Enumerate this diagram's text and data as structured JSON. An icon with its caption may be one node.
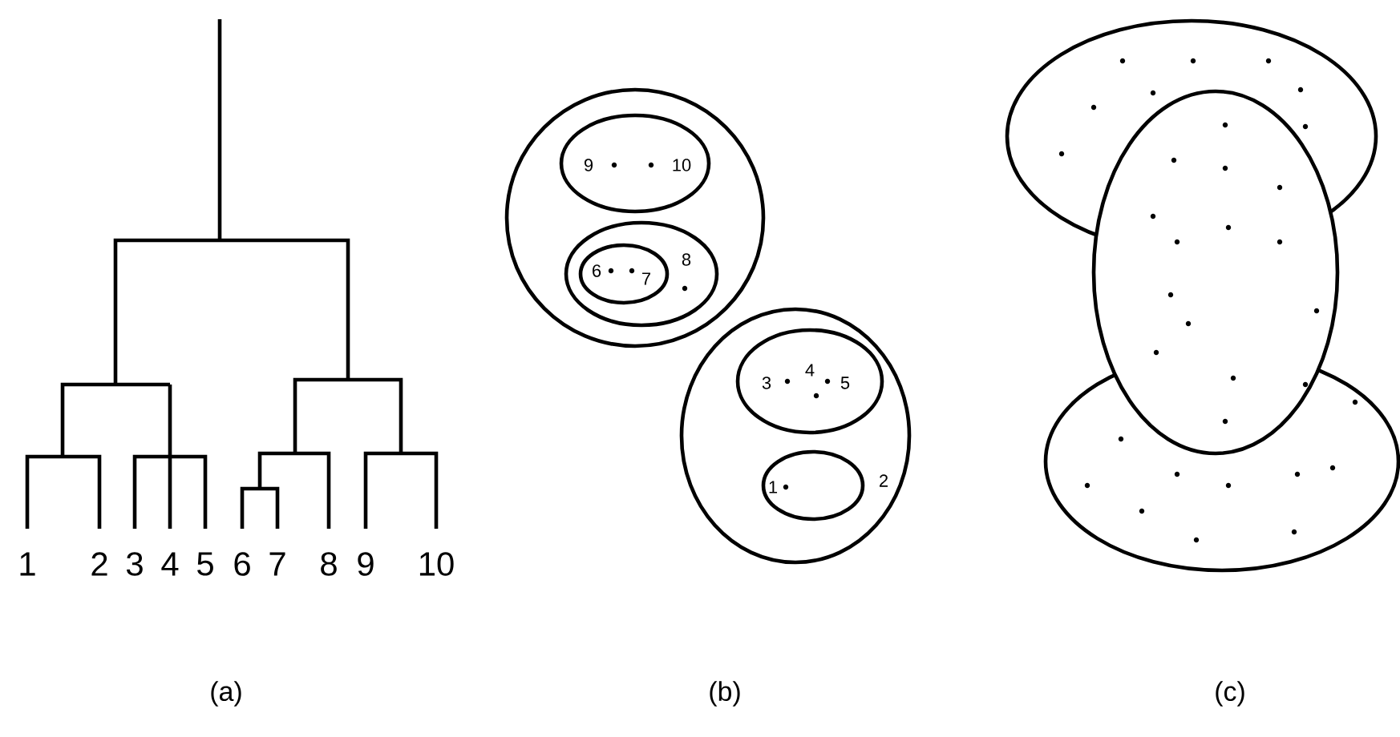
{
  "diagram": {
    "nodes": [
      {
        "text": [],
        "shape": "circle"
      },
      {
        "text": [
          "9",
          "10"
        ],
        "in": 0
      },
      {
        "text": [
          "8"
        ],
        "in": 0
      },
      {
        "text": [
          "6",
          "7"
        ],
        "in": 2
      },
      {
        "text": [
          "2"
        ]
      },
      {
        "text": [
          "3",
          "4",
          "5"
        ],
        "in": 4
      },
      {
        "text": [
          "1"
        ],
        "in": 4
      },
      {
        "text": [],
        "shape": "ellipse"
      },
      {
        "text": [],
        "shape": "ellipse"
      },
      {
        "text": [],
        "shape": "ellipse"
      }
    ],
    "labels": [
      "1",
      "2",
      "3",
      "4",
      "5",
      "6",
      "7",
      "8",
      "9",
      "10",
      "(a)",
      "(b)",
      "(c)"
    ]
  }
}
